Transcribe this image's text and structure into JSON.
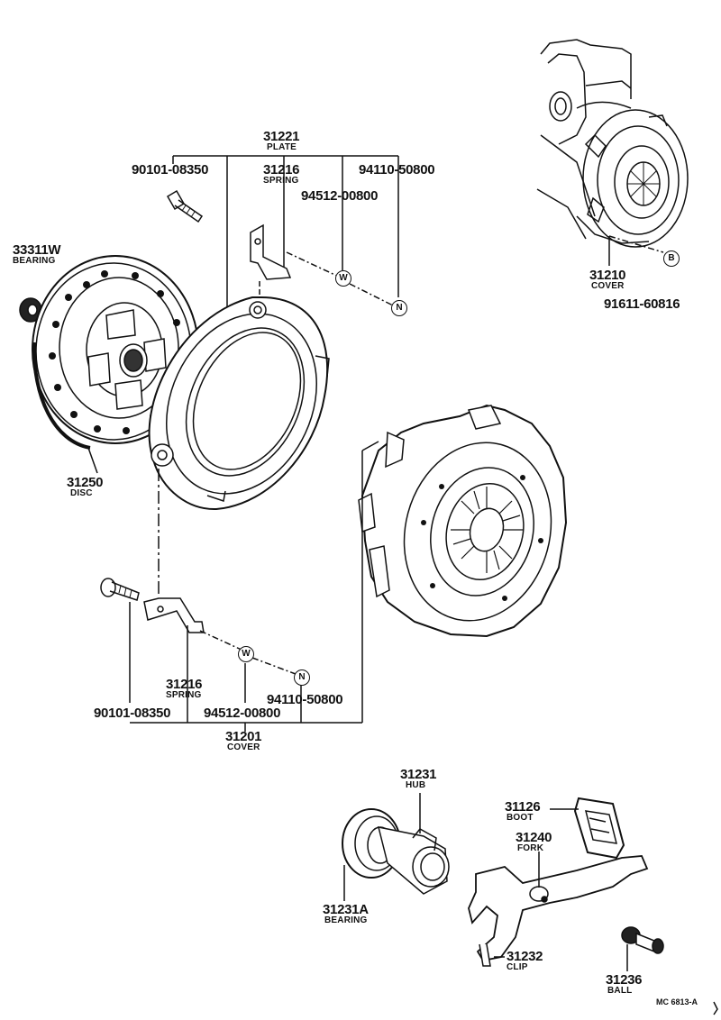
{
  "parts": {
    "plate": {
      "number": "31221",
      "name": "PLATE"
    },
    "bolt_top": {
      "number": "90101-08350"
    },
    "spring_top": {
      "number": "31216",
      "name": "SPRING"
    },
    "nut_top": {
      "number": "94110-50800"
    },
    "washer_top": {
      "number": "94512-00800"
    },
    "bearing_pilot": {
      "number": "33311W",
      "name": "BEARING"
    },
    "disc": {
      "number": "31250",
      "name": "DISC"
    },
    "cover_inset": {
      "number": "31210",
      "name": "COVER"
    },
    "bolt_inset": {
      "number": "91611-60816"
    },
    "spring_bottom": {
      "number": "31216",
      "name": "SPRING"
    },
    "bolt_bottom": {
      "number": "90101-08350"
    },
    "washer_bottom": {
      "number": "94512-00800"
    },
    "nut_bottom": {
      "number": "94110-50800"
    },
    "cover": {
      "number": "31201",
      "name": "COVER"
    },
    "hub": {
      "number": "31231",
      "name": "HUB"
    },
    "release_bearing": {
      "number": "31231A",
      "name": "BEARING"
    },
    "boot": {
      "number": "31126",
      "name": "BOOT"
    },
    "fork": {
      "number": "31240",
      "name": "FORK"
    },
    "clip": {
      "number": "31232",
      "name": "CLIP"
    },
    "ball": {
      "number": "31236",
      "name": "BALL"
    }
  },
  "markers": {
    "washer": "W",
    "nut": "N",
    "bolt": "B"
  },
  "footer": "MC 6813-A"
}
